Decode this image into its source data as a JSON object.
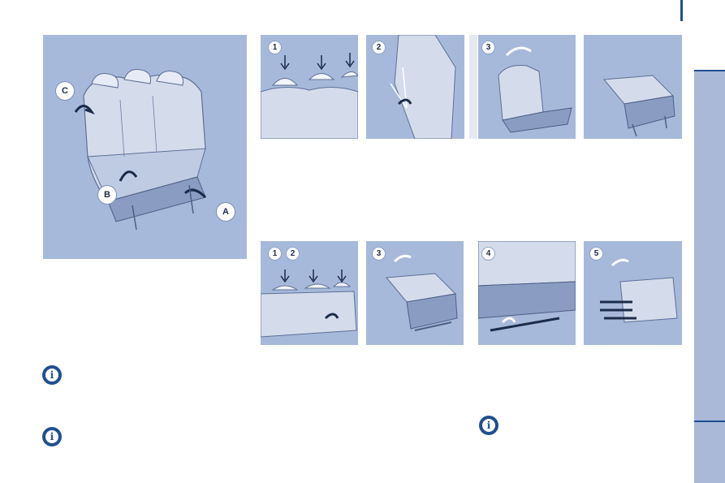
{
  "colors": {
    "panel": "#a7b9da",
    "accent": "#1f4f8f",
    "side_tab": "#aab9d8"
  },
  "main_figure": {
    "labels": {
      "a": "A",
      "b": "B",
      "c": "C"
    }
  },
  "sequence_top": {
    "steps": [
      "1",
      "2",
      "3"
    ]
  },
  "sequence_bottom": {
    "steps": [
      "1",
      "2",
      "3",
      "4",
      "5"
    ]
  },
  "icons": {
    "info": "info-icon",
    "info_glyph": "i"
  }
}
